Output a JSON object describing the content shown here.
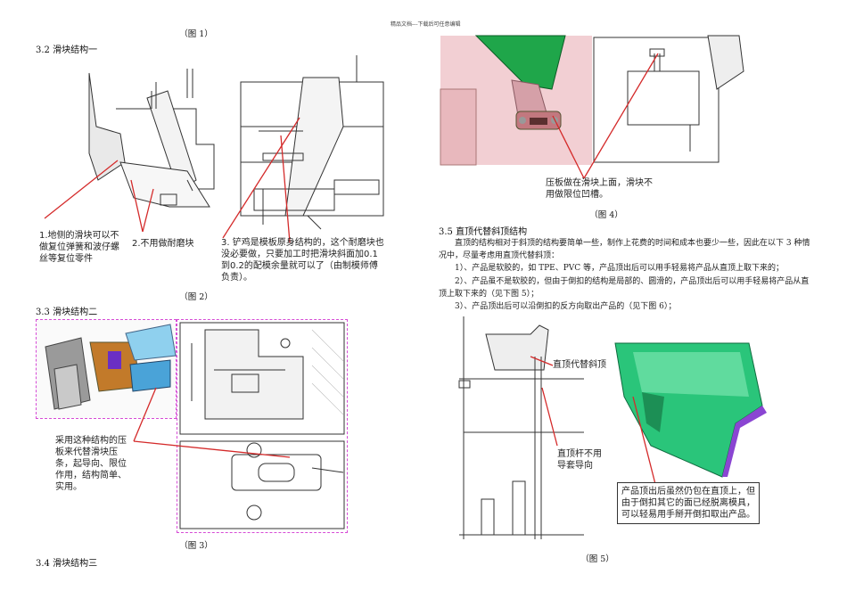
{
  "header": {
    "watermark": "精品文档---下载后可任意编辑"
  },
  "left": {
    "fig1_caption": "（图 1）",
    "sec32_title": "3.2 滑块结构一",
    "fig2_note1": "1.地侧的滑块可以不做复位弹簧和波仔螺丝等复位零件",
    "fig2_note2": "2.不用做耐磨块",
    "fig2_note3": "3. 铲鸡是模板原身结构的，这个耐磨块也没必要做，只要加工时把滑块斜面加0.1到0.2的配模余量就可以了（由制模师傅负责）。",
    "fig2_caption": "（图 2）",
    "sec33_title": "3.3 滑块结构二",
    "fig3_note": "采用这种结构的压板来代替滑块压条，起导向、限位作用，结构简单、实用。",
    "fig3_caption": "（图 3）",
    "sec34_title": "3.4 滑块结构三"
  },
  "right": {
    "fig4_note": "压板做在滑块上面，滑块不用做限位凹槽。",
    "fig4_caption": "（图 4）",
    "sec35_title": "3.5 直顶代替斜顶结构",
    "para1": "直顶的结构相对于斜顶的结构要简单一些，制作上花费的时间和成本也要少一些，因此在以下 3 种情况中，尽量考虑用直顶代替斜顶：",
    "item1": "1）、产品是软胶的，如 TPE、PVC 等，产品顶出后可以用手轻易将产品从直顶上取下来的；",
    "item2": "2）、产品虽不是软胶的，但由于倒扣的结构是局部的、圆滑的，产品顶出后可以用手轻易将产品从直顶上取下来的（见下图 5）；",
    "item3": "3）、产品顶出后可以沿倒扣的反方向取出产品的（见下图 6）；",
    "fig5_label1": "直顶代替斜顶",
    "fig5_label2": "直顶杆不用导套导向",
    "fig5_note": "产品顶出后虽然仍包在直顶上，但由于倒扣其它的面已经脱离模具，可以轻易用手掰开倒扣取出产品。",
    "fig5_caption": "（图 5）"
  },
  "colors": {
    "annotation_red": "#d42a2a",
    "model_green": "#1fa64a",
    "frame_magenta": "#d64bd6"
  }
}
